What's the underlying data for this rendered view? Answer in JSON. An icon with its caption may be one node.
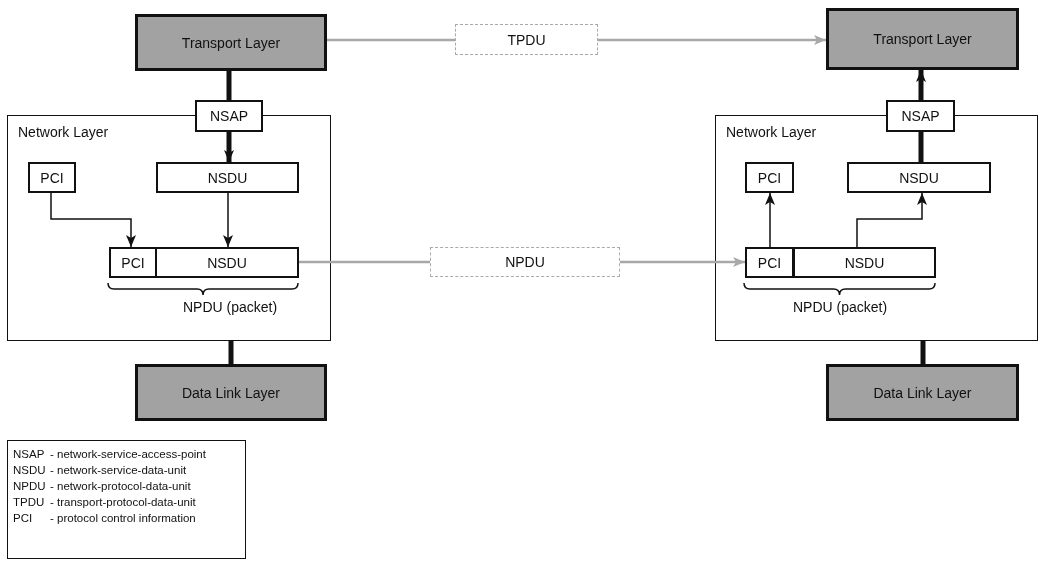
{
  "diagram": {
    "nodes": [
      {
        "text": [
          "Transport Layer"
        ]
      },
      {
        "text": [
          "TPDU"
        ]
      },
      {
        "text": [
          "Transport Layer"
        ]
      },
      {
        "text": [
          "Network Layer"
        ]
      },
      {
        "text": [
          "NSAP"
        ]
      },
      {
        "text": [
          "PCI"
        ],
        "in": 3
      },
      {
        "text": [
          "NSDU"
        ],
        "in": 3
      },
      {
        "text": [
          "PCI"
        ],
        "in": 3
      },
      {
        "text": [
          "NSDU"
        ],
        "in": 3
      },
      {
        "text": [
          "NPDU"
        ]
      },
      {
        "text": [
          "Network Layer"
        ]
      },
      {
        "text": [
          "NSAP"
        ]
      },
      {
        "text": [
          "PCI"
        ],
        "in": 10
      },
      {
        "text": [
          "NSDU"
        ],
        "in": 10
      },
      {
        "text": [
          "PCI"
        ],
        "in": 10
      },
      {
        "text": [
          "NSDU"
        ],
        "in": 10
      },
      {
        "text": [
          "Data Link Layer"
        ]
      },
      {
        "text": [
          "Data Link Layer"
        ]
      }
    ],
    "edges": [
      {
        "from": 0,
        "to": 4,
        "arrow": "none",
        "style": "thick"
      },
      {
        "from": 4,
        "to": 6,
        "arrow": "to",
        "style": "thick"
      },
      {
        "from": 5,
        "to": 7,
        "arrow": "to"
      },
      {
        "from": 6,
        "to": 8,
        "arrow": "to"
      },
      {
        "from": 0,
        "to": 1,
        "arrow": "none",
        "color": "#a8a8a8"
      },
      {
        "from": 1,
        "to": 2,
        "arrow": "to",
        "color": "#a8a8a8"
      },
      {
        "from": 8,
        "to": 9,
        "arrow": "none",
        "color": "#a8a8a8"
      },
      {
        "from": 9,
        "to": 14,
        "arrow": "to",
        "color": "#a8a8a8"
      },
      {
        "from": 15,
        "to": 13,
        "arrow": "to"
      },
      {
        "from": 14,
        "to": 12,
        "arrow": "to"
      },
      {
        "from": 13,
        "to": 11,
        "arrow": "none",
        "style": "thick"
      },
      {
        "from": 11,
        "to": 2,
        "arrow": "to",
        "style": "thick"
      },
      {
        "from": 3,
        "to": 16,
        "arrow": "none",
        "style": "thick"
      },
      {
        "from": 10,
        "to": 17,
        "arrow": "none",
        "style": "thick"
      }
    ],
    "labels": [
      "NPDU (packet)",
      "NPDU (packet)",
      "NSAP",
      "- network-service-access-point",
      "NSDU",
      "- network-service-data-unit",
      "NPDU",
      "- network-protocol-data-unit",
      "TPDU",
      "- transport-protocol-data-unit",
      "PCI",
      "- protocol control information"
    ]
  }
}
